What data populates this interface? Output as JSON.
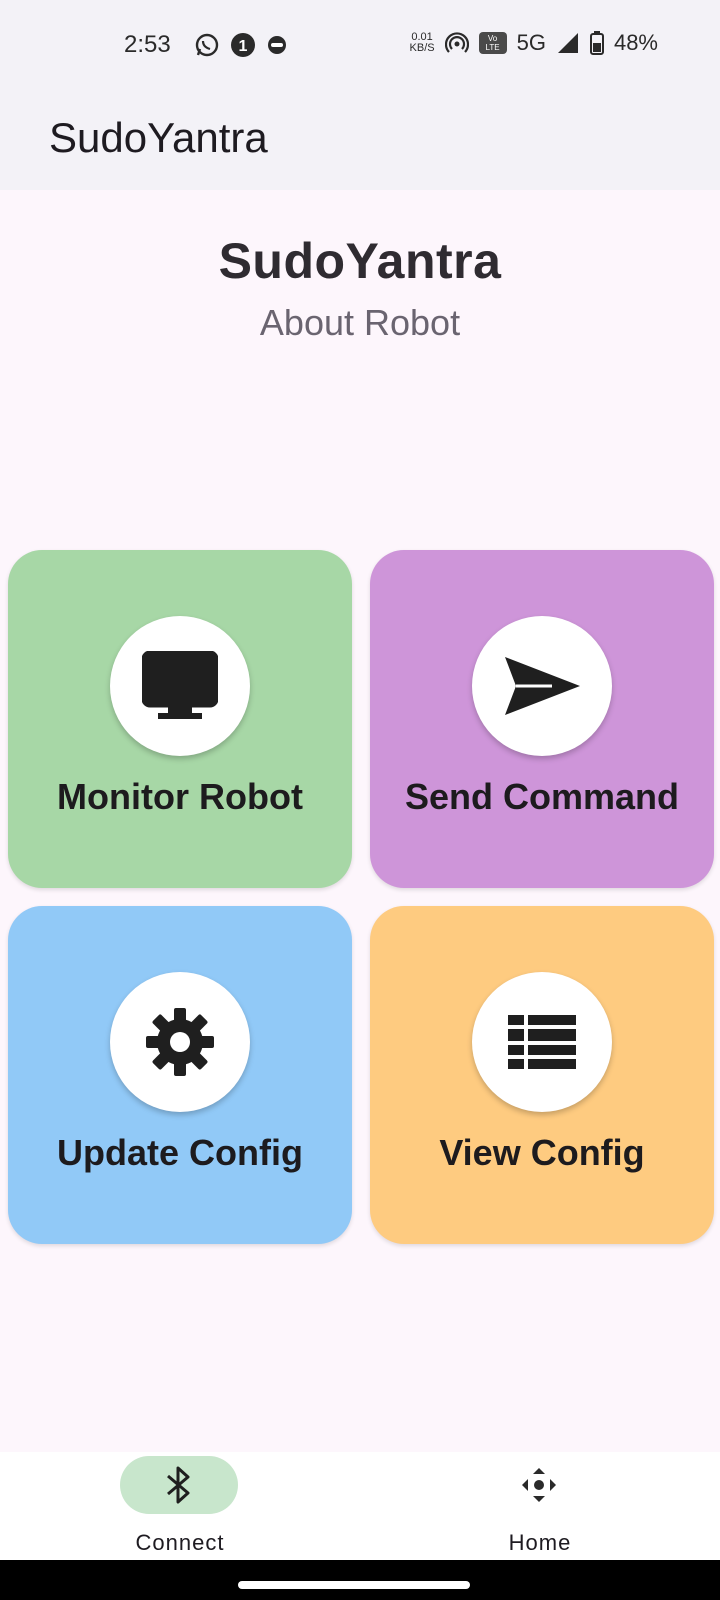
{
  "status_bar": {
    "time": "2:53",
    "net_speed_value": "0.01",
    "net_speed_unit": "KB/S",
    "volte_top": "Vo",
    "volte_bottom": "LTE",
    "network": "5G",
    "battery": "48%",
    "notification_count": "1"
  },
  "app_bar": {
    "title": "SudoYantra"
  },
  "header": {
    "title": "SudoYantra",
    "subtitle": "About Robot"
  },
  "tiles": [
    {
      "label": "Monitor Robot",
      "color": "#a7d7a6",
      "icon": "monitor-icon"
    },
    {
      "label": "Send Command",
      "color": "#ce95d9",
      "icon": "send-icon"
    },
    {
      "label": "Update Config",
      "color": "#91c9f7",
      "icon": "gear-icon"
    },
    {
      "label": "View Config",
      "color": "#fecb80",
      "icon": "list-icon"
    }
  ],
  "bottom_nav": {
    "items": [
      {
        "label": "Connect",
        "icon": "bluetooth-icon",
        "active": true
      },
      {
        "label": "Home",
        "icon": "gamepad-icon",
        "active": false
      }
    ],
    "active_pill_color": "#c8e6cc"
  }
}
